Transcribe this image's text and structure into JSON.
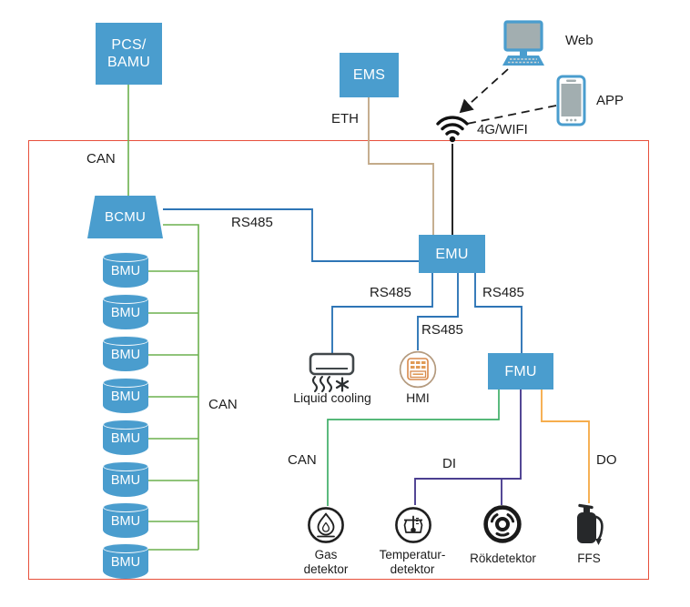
{
  "diagram": {
    "nodes": {
      "pcs_bamu_line1": "PCS/",
      "pcs_bamu_line2": "BAMU",
      "ems": "EMS",
      "bcmu": "BCMU",
      "bmu": "BMU",
      "bmu_count": 8,
      "emu": "EMU",
      "fmu": "FMU"
    },
    "external": {
      "web": "Web",
      "app": "APP",
      "wifi": "4G/WIFI"
    },
    "devices": {
      "liquid_cooling": "Liquid cooling",
      "hmi": "HMI",
      "gas_line1": "Gas",
      "gas_line2": "detektor",
      "temp_line1": "Temperatur-",
      "temp_line2": "detektor",
      "smoke": "Rökdetektor",
      "ffs": "FFS"
    },
    "links": {
      "can_pcs": "CAN",
      "can_bmu": "CAN",
      "can_gas": "CAN",
      "eth": "ETH",
      "rs485_bcmu_emu": "RS485",
      "rs485_liquid": "RS485",
      "rs485_hmi": "RS485",
      "rs485_fmu": "RS485",
      "di": "DI",
      "do": "DO"
    },
    "icons": {
      "wifi": "wifi-signal-icon",
      "web": "desktop-computer-icon",
      "app": "smartphone-icon",
      "liquid_cooling": "air-conditioner-icon",
      "hmi": "control-panel-icon",
      "gas": "flame-detector-icon",
      "temperature": "thermometer-detector-icon",
      "smoke": "smoke-detector-icon",
      "ffs": "fire-extinguisher-icon"
    },
    "colors": {
      "node_blue": "#4a9dce",
      "boundary_red": "#e7503c",
      "line_green": "#6cb14e",
      "line_green_emerald": "#3fae68",
      "line_blue": "#2e75b6",
      "line_tan": "#c3ab8a",
      "line_black": "#1b1b1b",
      "line_purple": "#4b3e90",
      "line_orange": "#f6ad4d",
      "hmi_ring": "#b49a7e",
      "hmi_panel": "#d8894a",
      "device_gray": "#a2aeb0"
    }
  }
}
